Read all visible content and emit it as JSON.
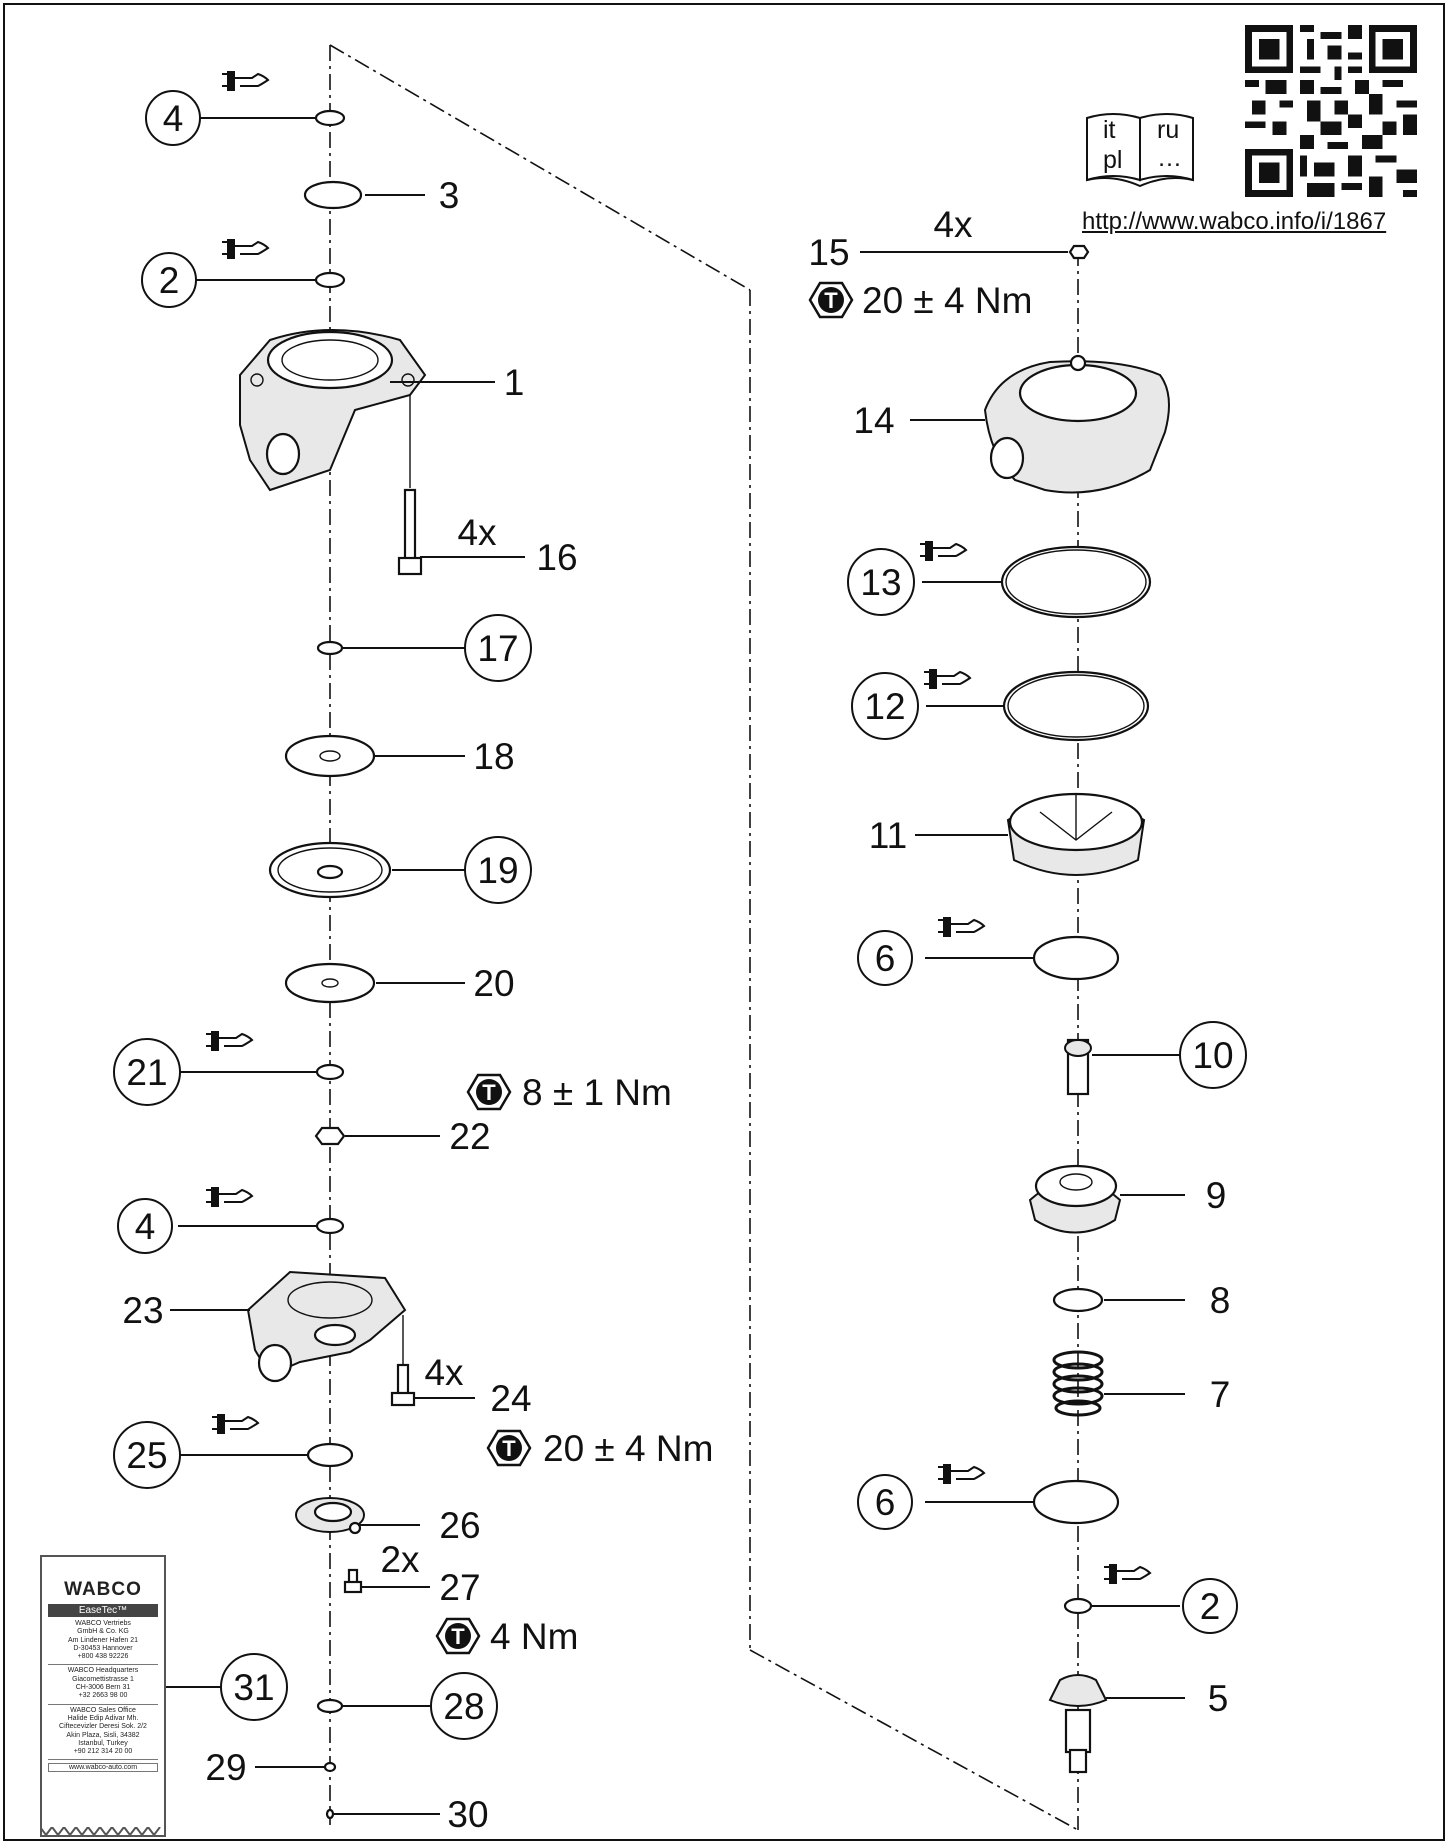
{
  "url": "http://www.wabco.info/i/1867",
  "languages": [
    "it",
    "ru",
    "pl",
    "…"
  ],
  "callouts": {
    "p1": "1",
    "p2a": "2",
    "p2b": "2",
    "p3": "3",
    "p4a": "4",
    "p4b": "4",
    "p5": "5",
    "p6a": "6",
    "p6b": "6",
    "p7": "7",
    "p8": "8",
    "p9": "9",
    "p10": "10",
    "p11": "11",
    "p12": "12",
    "p13": "13",
    "p14": "14",
    "p15": "15",
    "p16": "16",
    "p17": "17",
    "p18": "18",
    "p19": "19",
    "p20": "20",
    "p21": "21",
    "p22": "22",
    "p23": "23",
    "p24": "24",
    "p25": "25",
    "p26": "26",
    "p27": "27",
    "p28": "28",
    "p29": "29",
    "p30": "30",
    "p31": "31"
  },
  "quantities": {
    "q15": "4x",
    "q16": "4x",
    "q24": "4x",
    "q27": "2x"
  },
  "torques": {
    "t15": "20 ± 4 Nm",
    "t22": "8 ± 1 Nm",
    "t24": "20 ± 4 Nm",
    "t27": "4 Nm"
  },
  "torque_symbol": "T",
  "packet": {
    "brand": "WABCO",
    "product": "EaseTec™",
    "address1": "WABCO Vertriebs\nGmbH & Co. KG\nAm Lindener Hafen 21\nD-30453 Hannover\n+800 438 92226",
    "address2": "WABCO Headquarters\nGiacomettistrasse 1\nCH-3006 Bern 31\n+32 2663 98 00",
    "address3": "WABCO Sales Office\nHalide Edip Adivar Mh.\nCiftecevizler Deresi Sok. 2/2\nAkin Plaza, Sisli, 34382\nIstanbul, Turkey\n+90 212 314 20 00",
    "web": "www.wabco-auto.com"
  }
}
